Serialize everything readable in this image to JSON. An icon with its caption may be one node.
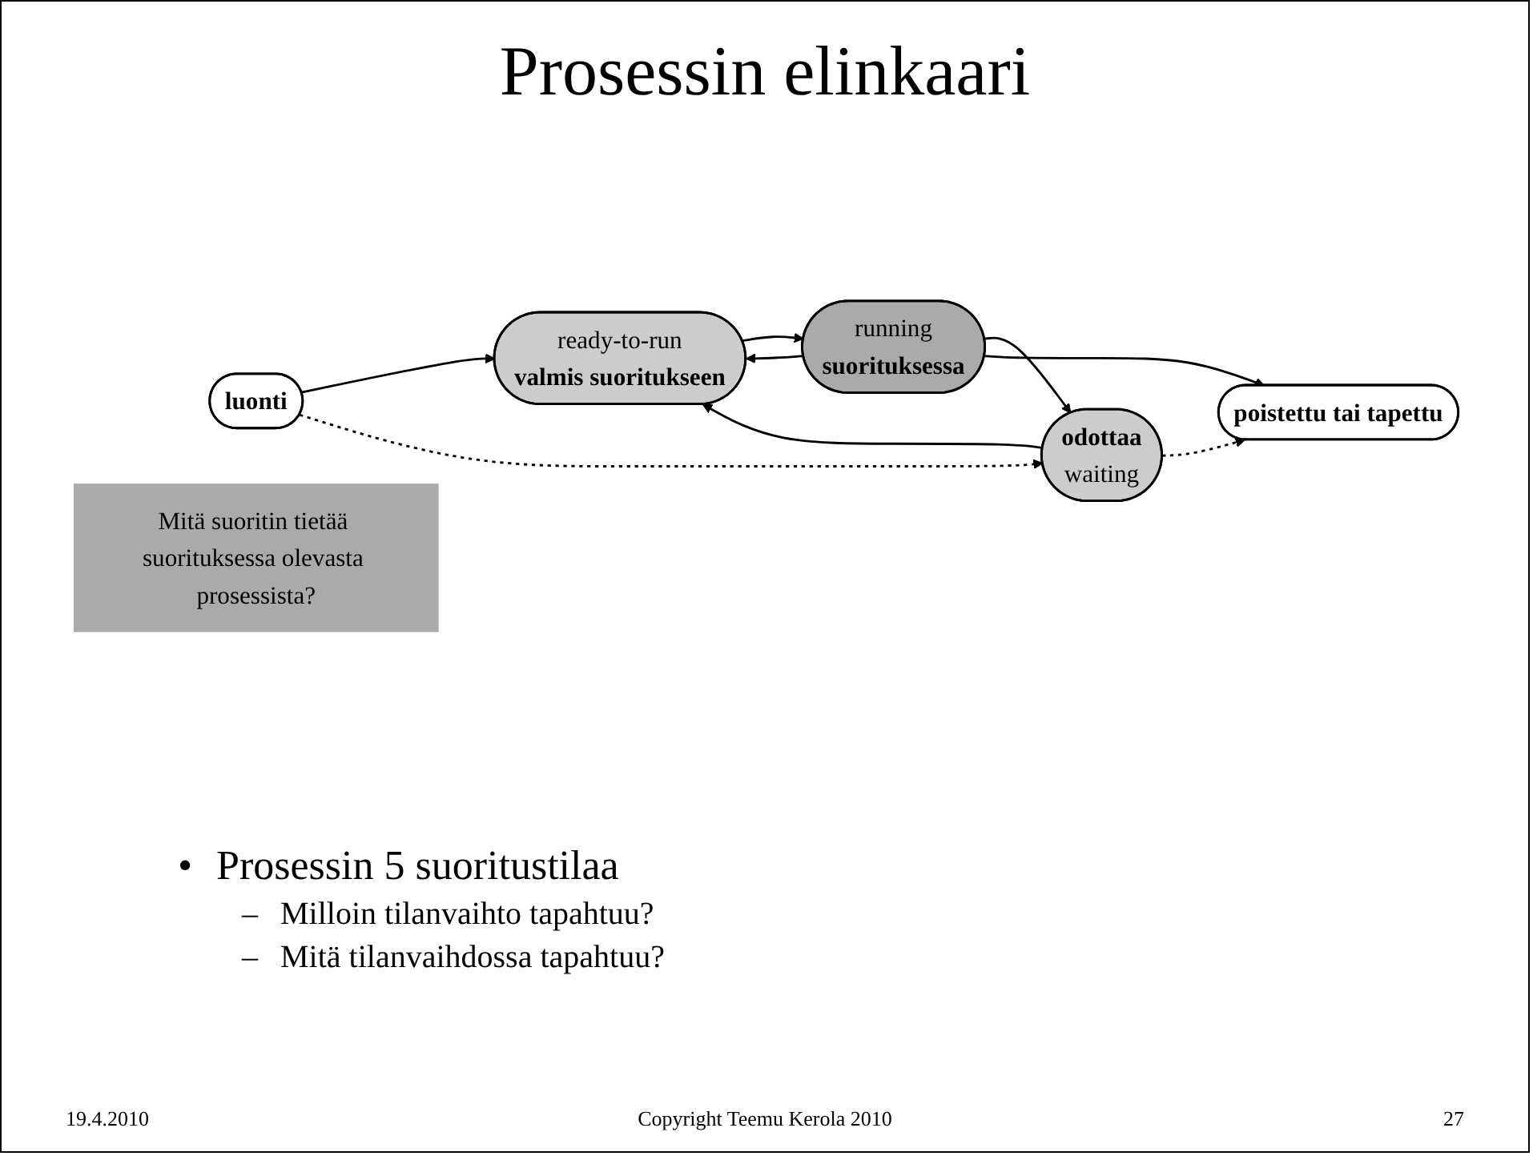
{
  "diagram": {
    "title": "Prosessin elinkaari",
    "nodes": [
      {
        "text": [
          "luonti"
        ]
      },
      {
        "text": [
          "ready-to-run",
          "valmis suoritukseen"
        ]
      },
      {
        "text": [
          "running",
          "suorituksessa"
        ]
      },
      {
        "text": [
          "odottaa",
          "waiting"
        ]
      },
      {
        "text": [
          "poistettu tai tapettu"
        ]
      },
      {
        "text": [
          "Mitä suoritin tietää suorituksessa olevasta prosessista?"
        ]
      }
    ],
    "edges": [
      {
        "from": 0,
        "to": 1,
        "arrow": "to"
      },
      {
        "from": 1,
        "to": 2,
        "arrow": "to"
      },
      {
        "from": 2,
        "to": 1,
        "arrow": "to"
      },
      {
        "from": 2,
        "to": 3,
        "arrow": "to"
      },
      {
        "from": 3,
        "to": 1,
        "arrow": "to"
      },
      {
        "from": 0,
        "to": 3,
        "arrow": "to",
        "style": "dashed"
      },
      {
        "from": 3,
        "to": 4,
        "arrow": "to",
        "style": "dashed"
      },
      {
        "from": 2,
        "to": 4,
        "arrow": "to"
      }
    ],
    "labels": [
      "•",
      "Prosessin 5 suoritustilaa",
      "–",
      "Milloin tilanvaihto tapahtuu?",
      "–",
      "Mitä tilanvaihdossa tapahtuu?",
      "19.4.2010",
      "Copyright Teemu Kerola 2010",
      "27"
    ]
  }
}
